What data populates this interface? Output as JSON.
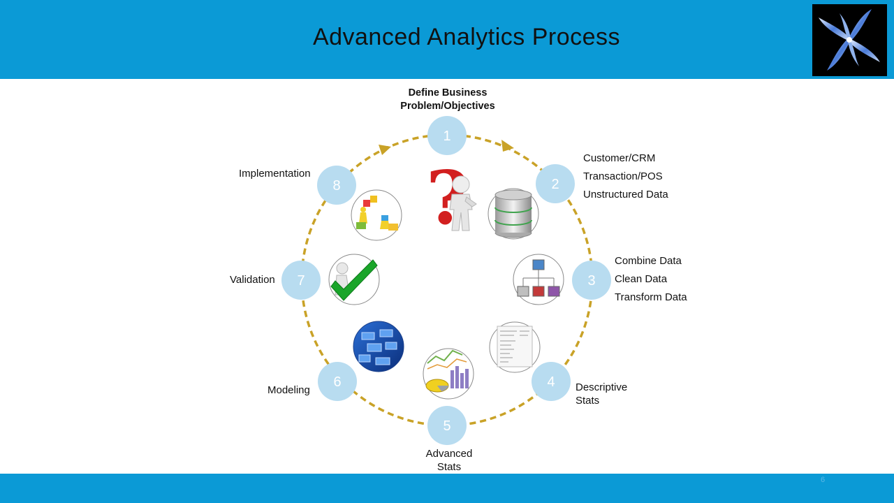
{
  "title": "Advanced Analytics Process",
  "page_number": "6",
  "colors": {
    "header": "#0b9ad6",
    "step_circle": "#b8dcf0",
    "cycle_line": "#c9a227"
  },
  "steps": [
    {
      "number": "1",
      "label_lines": [
        "Define Business",
        "Problem/Objectives"
      ],
      "icon": "question-mark-thinker-icon"
    },
    {
      "number": "2",
      "label_lines": [
        "Customer/CRM",
        "Transaction/POS",
        "Unstructured Data"
      ],
      "icon": "database-icon"
    },
    {
      "number": "3",
      "label_lines": [
        "Combine Data",
        "Clean Data",
        "Transform Data"
      ],
      "icon": "data-merge-icon"
    },
    {
      "number": "4",
      "label_lines": [
        "Descriptive",
        "Stats"
      ],
      "icon": "stats-table-icon"
    },
    {
      "number": "5",
      "label_lines": [
        "Advanced",
        "Stats"
      ],
      "icon": "charts-icon"
    },
    {
      "number": "6",
      "label_lines": [
        "Modeling"
      ],
      "icon": "flowchart-icon"
    },
    {
      "number": "7",
      "label_lines": [
        "Validation"
      ],
      "icon": "checkmark-icon"
    },
    {
      "number": "8",
      "label_lines": [
        "Implementation"
      ],
      "icon": "puzzle-icon"
    }
  ]
}
